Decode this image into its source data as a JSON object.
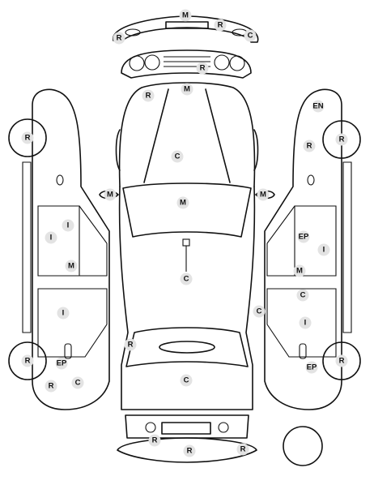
{
  "diagram": {
    "markers": [
      {
        "id": "front-bumper-m",
        "text": "M"
      },
      {
        "id": "front-bumper-r-left",
        "text": "R"
      },
      {
        "id": "front-bumper-r-right",
        "text": "R"
      },
      {
        "id": "front-bumper-c",
        "text": "C"
      },
      {
        "id": "grille-r",
        "text": "R"
      },
      {
        "id": "hood-r",
        "text": "R"
      },
      {
        "id": "hood-m",
        "text": "M"
      },
      {
        "id": "hood-c",
        "text": "C"
      },
      {
        "id": "mirror-left-m",
        "text": "M"
      },
      {
        "id": "mirror-right-m",
        "text": "M"
      },
      {
        "id": "windshield-m",
        "text": "M"
      },
      {
        "id": "roof-c",
        "text": "C"
      },
      {
        "id": "trunk-r",
        "text": "R"
      },
      {
        "id": "trunk-c",
        "text": "C"
      },
      {
        "id": "rear-bumper-r-left",
        "text": "R"
      },
      {
        "id": "rear-bumper-r-mid",
        "text": "R"
      },
      {
        "id": "rear-bumper-r-right",
        "text": "R"
      },
      {
        "id": "left-front-wheel-r",
        "text": "R"
      },
      {
        "id": "left-front-door-i-a",
        "text": "I"
      },
      {
        "id": "left-front-door-i-b",
        "text": "I"
      },
      {
        "id": "left-front-door-m",
        "text": "M"
      },
      {
        "id": "left-rear-door-i",
        "text": "I"
      },
      {
        "id": "left-rear-wheel-r",
        "text": "R"
      },
      {
        "id": "left-rear-ep",
        "text": "EP"
      },
      {
        "id": "left-rear-r",
        "text": "R"
      },
      {
        "id": "left-rear-c",
        "text": "C"
      },
      {
        "id": "right-front-en",
        "text": "EN"
      },
      {
        "id": "right-front-r",
        "text": "R"
      },
      {
        "id": "right-front-wheel-r",
        "text": "R"
      },
      {
        "id": "right-front-door-ep",
        "text": "EP"
      },
      {
        "id": "right-front-door-i",
        "text": "I"
      },
      {
        "id": "right-front-door-m",
        "text": "M"
      },
      {
        "id": "right-rear-door-c",
        "text": "C"
      },
      {
        "id": "right-side-c",
        "text": "C"
      },
      {
        "id": "right-rear-door-i",
        "text": "I"
      },
      {
        "id": "right-rear-wheel-r",
        "text": "R"
      },
      {
        "id": "right-rear-ep",
        "text": "EP"
      }
    ]
  }
}
